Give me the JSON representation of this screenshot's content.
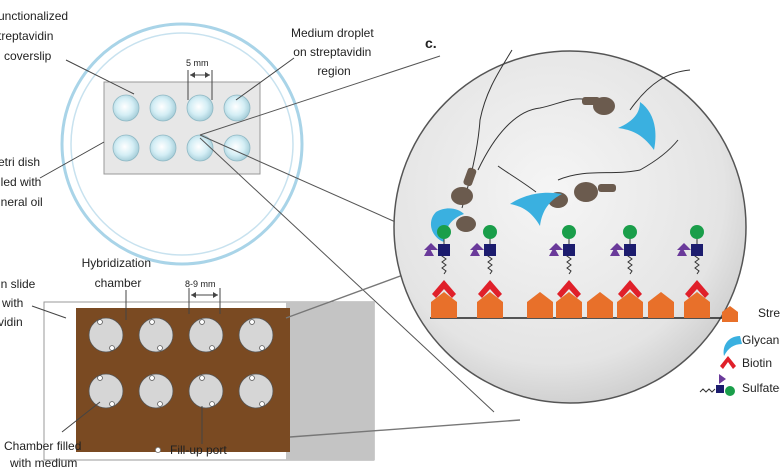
{
  "labels": {
    "coverslip": [
      "unctionalized",
      "treptavidin",
      "coverslip"
    ],
    "medium_droplet": [
      "Medium droplet",
      "on streptavidin",
      "region"
    ],
    "spacing_top": "5 mm",
    "petri": [
      "etri dish",
      "lled with",
      "ineral oil"
    ],
    "panel_c": "c.",
    "slide": [
      "in slide",
      "with",
      "vidin"
    ],
    "hybridization": [
      "Hybridization",
      "chamber"
    ],
    "spacing_bottom": "8-9 mm",
    "chamber_filled": [
      "Chamber filled",
      "with medium"
    ],
    "fillup_port": "Fill-up port"
  },
  "legend": [
    {
      "name": "streptavidin-legend",
      "label": "Stre"
    },
    {
      "name": "glycan-legend",
      "label": "Glycan"
    },
    {
      "name": "biotin-legend",
      "label": "Biotin"
    },
    {
      "name": "sulfated-lewis-legend",
      "label": "Sulfated Le"
    }
  ],
  "colors": {
    "streptavidin": "#e8702a",
    "biotin": "#e0202a",
    "glycan_blue": "#3ab0e0",
    "hexose_green": "#1a9e4a",
    "hexnac_navy": "#1c1c6e",
    "fucose_purple": "#6a3a9a",
    "chamber_brown": "#7a4a22",
    "sphere_gray": "#e8e8e8"
  }
}
